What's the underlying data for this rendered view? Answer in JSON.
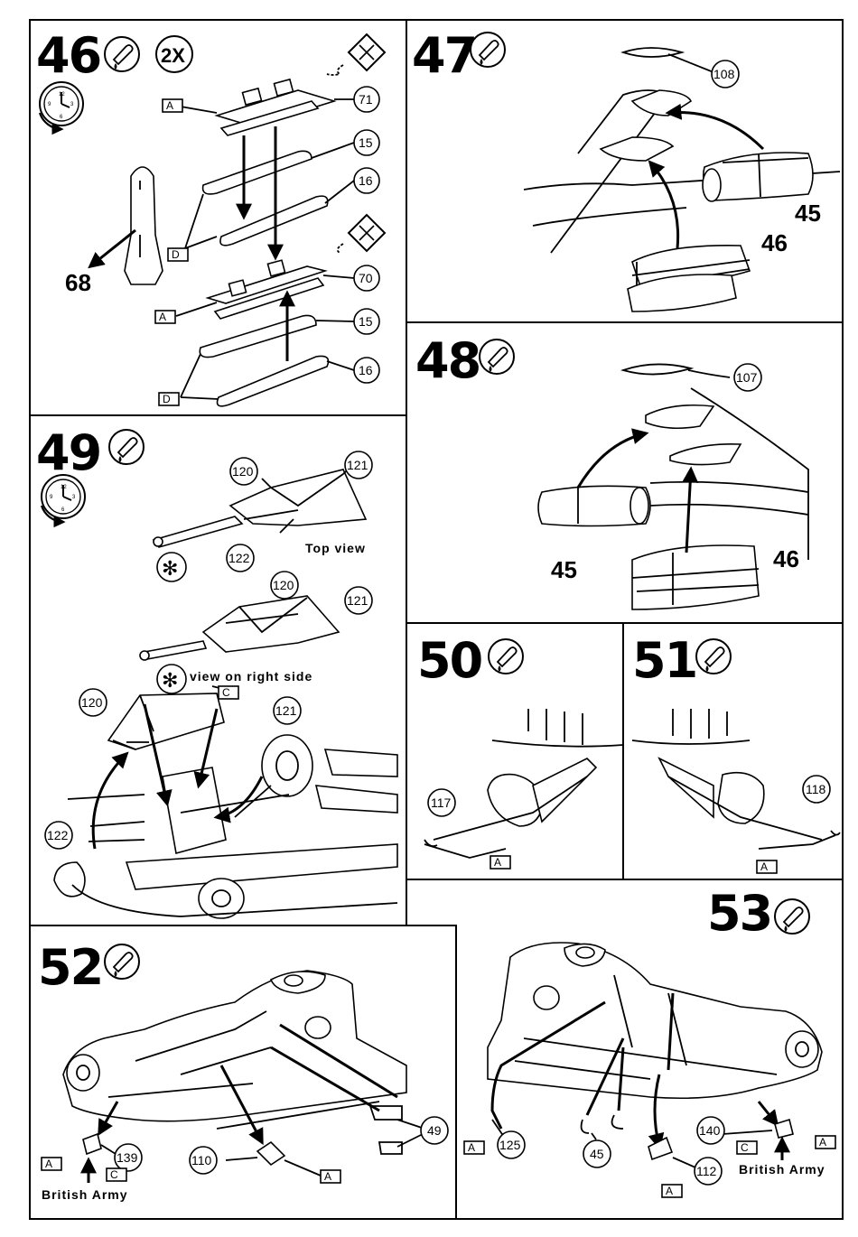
{
  "steps": {
    "s46": {
      "number": "46",
      "multiplier": "2X"
    },
    "s47": {
      "number": "47"
    },
    "s48": {
      "number": "48"
    },
    "s49": {
      "number": "49"
    },
    "s50": {
      "number": "50"
    },
    "s51": {
      "number": "51"
    },
    "s52": {
      "number": "52"
    },
    "s53": {
      "number": "53"
    }
  },
  "parts": {
    "p71": "71",
    "p15a": "15",
    "p16a": "16",
    "p70": "70",
    "p15b": "15",
    "p16b": "16",
    "p68": "68",
    "p108": "108",
    "p45a": "45",
    "p46a": "46",
    "p107": "107",
    "p45b": "45",
    "p46b": "46",
    "p120a": "120",
    "p121a": "121",
    "p122a": "122",
    "p120b": "120",
    "p121b": "121",
    "p120c": "120",
    "p121c": "121",
    "p122c": "122",
    "p117": "117",
    "p118": "118",
    "p139": "139",
    "p110": "110",
    "p49": "49",
    "p125": "125",
    "p45c": "45",
    "p112": "112",
    "p140": "140"
  },
  "sprue_tags": {
    "a": "A",
    "c": "C",
    "d": "D"
  },
  "labels": {
    "top_view": "Top view",
    "right_side": "view on right side",
    "british_army_1": "British Army",
    "british_army_2": "British Army",
    "asterisk": "✻"
  },
  "colors": {
    "ink": "#000000",
    "paper": "#ffffff"
  }
}
